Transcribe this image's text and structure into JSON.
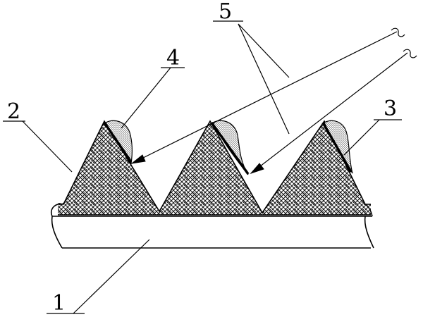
{
  "figure": {
    "labels": {
      "base_strip": "1",
      "woven_layer": "2",
      "coating_right": "3",
      "coating_left": "4",
      "fibers": "5"
    },
    "colors": {
      "line": "#000000",
      "background": "#ffffff"
    }
  }
}
